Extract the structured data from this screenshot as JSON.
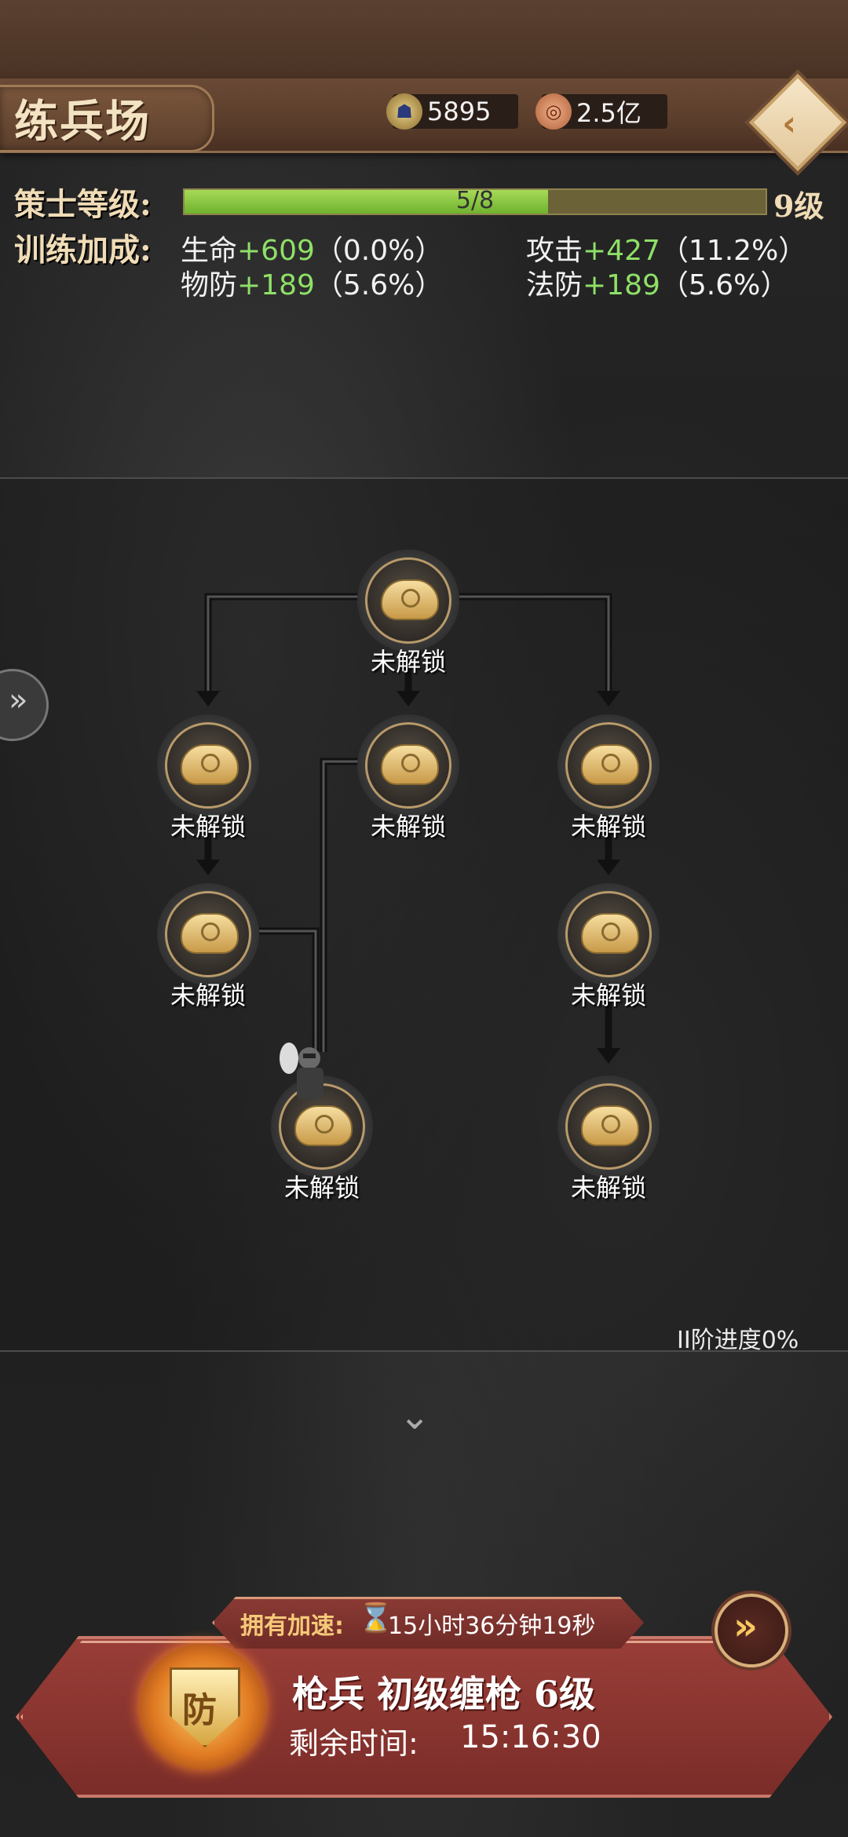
{
  "header": {
    "title": "练兵场",
    "currencies": [
      {
        "icon": "medal-token-icon",
        "value": "5895"
      },
      {
        "icon": "copper-coin-icon",
        "value": "2.5亿"
      }
    ],
    "back_icon": "back-arrow-icon"
  },
  "stats": {
    "level_label": "策士等级:",
    "progress_text": "5/8",
    "progress_fraction": 0.625,
    "level_value": "9级",
    "bonus_label": "训练加成:",
    "bonuses": [
      {
        "name": "生命",
        "value": "+609",
        "percent": "（0.0%）"
      },
      {
        "name": "攻击",
        "value": "+427",
        "percent": "（11.2%）"
      },
      {
        "name": "物防",
        "value": "+189",
        "percent": "（5.6%）"
      },
      {
        "name": "法防",
        "value": "+189",
        "percent": "（5.6%）"
      }
    ]
  },
  "tree": {
    "nodes": [
      {
        "label": "未解锁"
      },
      {
        "label": "未解锁"
      },
      {
        "label": "未解锁"
      },
      {
        "label": "未解锁"
      },
      {
        "label": "未解锁"
      },
      {
        "label": "未解锁"
      },
      {
        "label": "未解锁"
      },
      {
        "label": "未解锁"
      }
    ],
    "progress_text": "II阶进度0%"
  },
  "training": {
    "speedup_label": "拥有加速:",
    "speedup_time": "15小时36分钟19秒",
    "badge_char": "防",
    "title": "枪兵 初级缠枪 6级",
    "remaining_label": "剩余时间:",
    "remaining_time": "15:16:30"
  },
  "colors": {
    "bonus_green": "#8ee067",
    "label_gold": "#f0dcb6",
    "card_red": "#8a3430"
  }
}
